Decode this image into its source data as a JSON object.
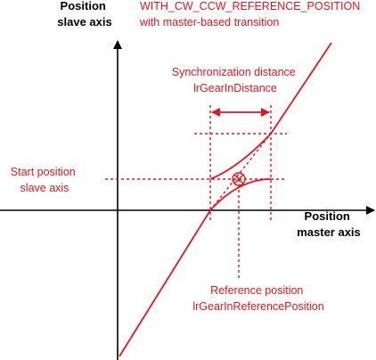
{
  "labels": {
    "y_axis_line1": "Position",
    "y_axis_line2": "slave axis",
    "x_axis_line1": "Position",
    "x_axis_line2": "master axis",
    "mode_line1": "WITH_CW_CCW_REFERENCE_POSITION",
    "mode_line2": "with master-based transition",
    "sync_line1": "Synchronization distance",
    "sync_line2": "lrGearInDistance",
    "start_line1": "Start position",
    "start_line2": "slave axis",
    "ref_line1": "Reference position",
    "ref_line2": "lrGearInReferencePosition"
  },
  "colors": {
    "axis": "#000000",
    "accent": "#e8141b"
  }
}
